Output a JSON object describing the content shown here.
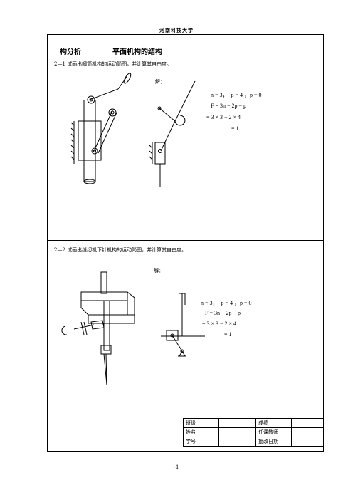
{
  "header": {
    "university": "河南科技大学"
  },
  "section": {
    "left": "构分析",
    "right": "平面机构的结构"
  },
  "problem1": {
    "question": "2—1 试画出唧筒机构的运动简图，并计算其自由度。",
    "solution_label": "解：",
    "eq": [
      "n = 3，　p = 4 ，p = 0",
      "F = 3n − 2p − p",
      "= 3 × 3 − 2 × 4",
      "= 1"
    ]
  },
  "problem2": {
    "question": "2—2 试画出缝纫机下针机构的运动简图，并计算其自由度。",
    "solution_label": "解：",
    "eq": [
      "n = 3，　p = 4 ，p = 0",
      "F = 3n − 2p − p",
      "= 3 × 3 − 2 × 4",
      "= 1"
    ]
  },
  "info_table": {
    "rows": [
      [
        "班级",
        "",
        "成绩",
        ""
      ],
      [
        "姓名",
        "",
        "任课教师",
        ""
      ],
      [
        "学号",
        "",
        "批改日期",
        ""
      ]
    ]
  },
  "page_number": "-1"
}
